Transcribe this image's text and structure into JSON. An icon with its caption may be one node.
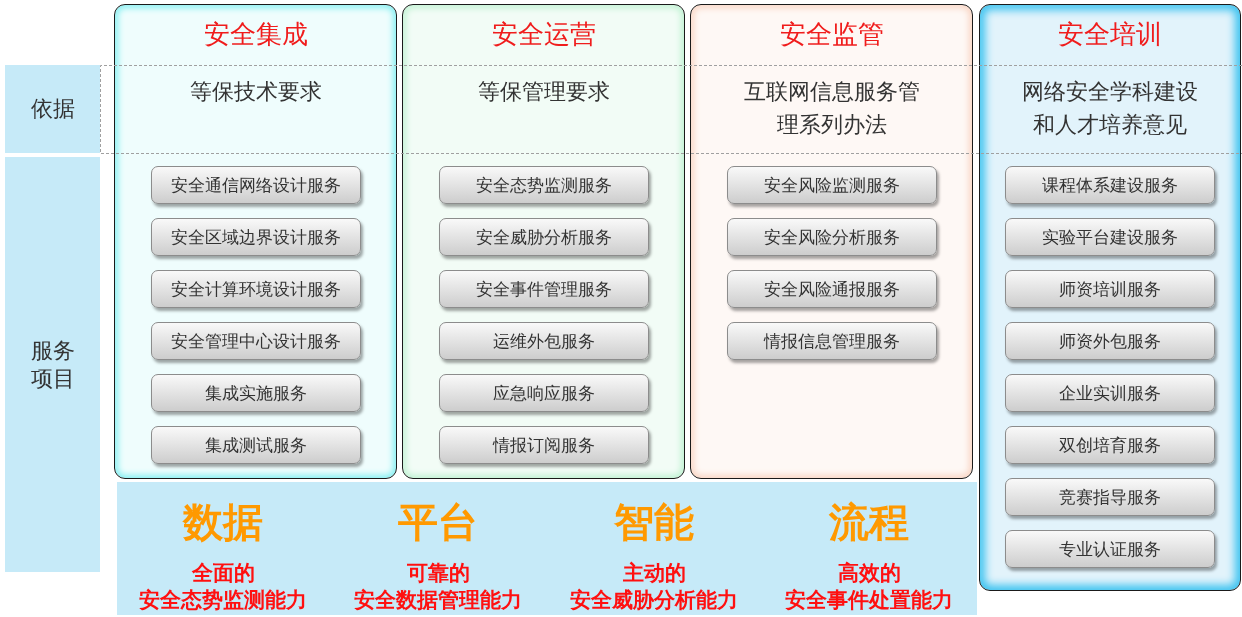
{
  "diagram": {
    "nodes": [
      {
        "text": [
          "安全集成",
          "等保技术要求"
        ]
      },
      {
        "text": [
          "安全通信网络设计服务"
        ],
        "in": 0
      },
      {
        "text": [
          "安全区域边界设计服务"
        ],
        "in": 0
      },
      {
        "text": [
          "安全计算环境设计服务"
        ],
        "in": 0
      },
      {
        "text": [
          "安全管理中心设计服务"
        ],
        "in": 0
      },
      {
        "text": [
          "集成实施服务"
        ],
        "in": 0
      },
      {
        "text": [
          "集成测试服务"
        ],
        "in": 0
      },
      {
        "text": [
          "安全运营",
          "等保管理要求"
        ]
      },
      {
        "text": [
          "安全态势监测服务"
        ],
        "in": 7
      },
      {
        "text": [
          "安全威胁分析服务"
        ],
        "in": 7
      },
      {
        "text": [
          "安全事件管理服务"
        ],
        "in": 7
      },
      {
        "text": [
          "运维外包服务"
        ],
        "in": 7
      },
      {
        "text": [
          "应急响应服务"
        ],
        "in": 7
      },
      {
        "text": [
          "情报订阅服务"
        ],
        "in": 7
      },
      {
        "text": [
          "安全监管",
          "互联网信息服务管理系列办法"
        ]
      },
      {
        "text": [
          "安全风险监测服务"
        ],
        "in": 14
      },
      {
        "text": [
          "安全风险分析服务"
        ],
        "in": 14
      },
      {
        "text": [
          "安全风险通报服务"
        ],
        "in": 14
      },
      {
        "text": [
          "情报信息管理服务"
        ],
        "in": 14
      },
      {
        "text": [
          "安全培训",
          "网络安全学科建设和人才培养意见"
        ]
      },
      {
        "text": [
          "课程体系建设服务"
        ],
        "in": 19
      },
      {
        "text": [
          "实验平台建设服务"
        ],
        "in": 19
      },
      {
        "text": [
          "师资培训服务"
        ],
        "in": 19
      },
      {
        "text": [
          "师资外包服务"
        ],
        "in": 19
      },
      {
        "text": [
          "企业实训服务"
        ],
        "in": 19
      },
      {
        "text": [
          "双创培育服务"
        ],
        "in": 19
      },
      {
        "text": [
          "竞赛指导服务"
        ],
        "in": 19
      },
      {
        "text": [
          "专业认证服务"
        ],
        "in": 19
      },
      {
        "text": [
          "依据"
        ]
      },
      {
        "text": [
          "服务项目"
        ]
      },
      {
        "text": [
          "数据",
          "全面的",
          "安全态势监测能力",
          "平台",
          "可靠的",
          "安全数据管理能力",
          "智能",
          "主动的",
          "安全威胁分析能力",
          "流程",
          "高效的",
          "安全事件处置能力"
        ]
      }
    ]
  }
}
